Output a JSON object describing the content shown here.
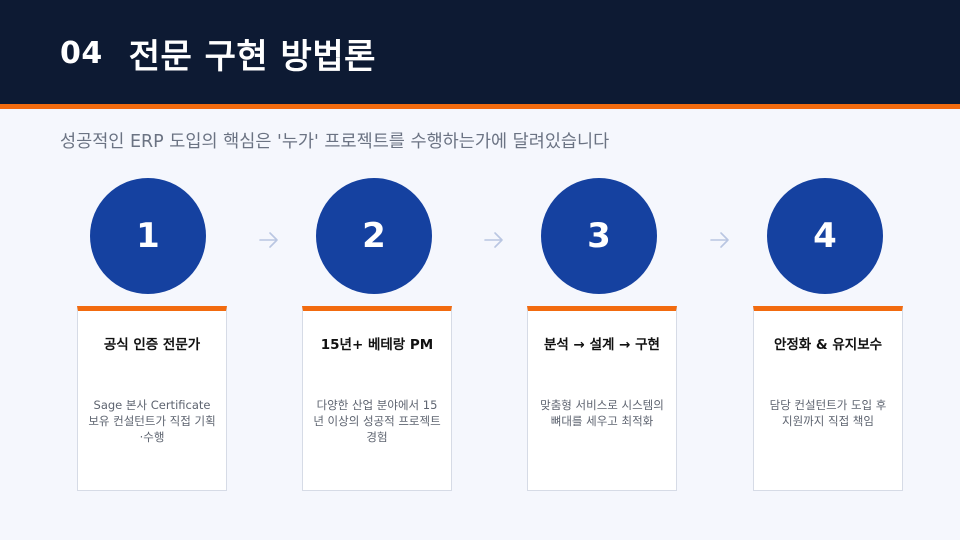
{
  "header": {
    "number": "04",
    "title": "전문 구현 방법론"
  },
  "subtitle": "성공적인 ERP 도입의 핵심은 '누가' 프로젝트를 수행하는가에 달려있습니다",
  "steps": [
    {
      "number": "1",
      "title": "공식 인증 전문가",
      "description": "Sage 본사 Certificate 보유 컨설턴트가 직접 기획·수행"
    },
    {
      "number": "2",
      "title": "15년+ 베테랑 PM",
      "description": "다양한 산업 분야에서 15년 이상의 성공적 프로젝트 경험"
    },
    {
      "number": "3",
      "title": "분석 → 설계 → 구현",
      "description": "맞춤형 서비스로 시스템의 뼈대를 세우고 최적화"
    },
    {
      "number": "4",
      "title": "안정화 & 유지보수",
      "description": "담당 컨설턴트가 도입 후 지원까지 직접 책임"
    }
  ],
  "colors": {
    "header_bg": "#0d1a33",
    "accent": "#f26b0f",
    "circle": "#1541a0",
    "background": "#f5f7fd"
  }
}
